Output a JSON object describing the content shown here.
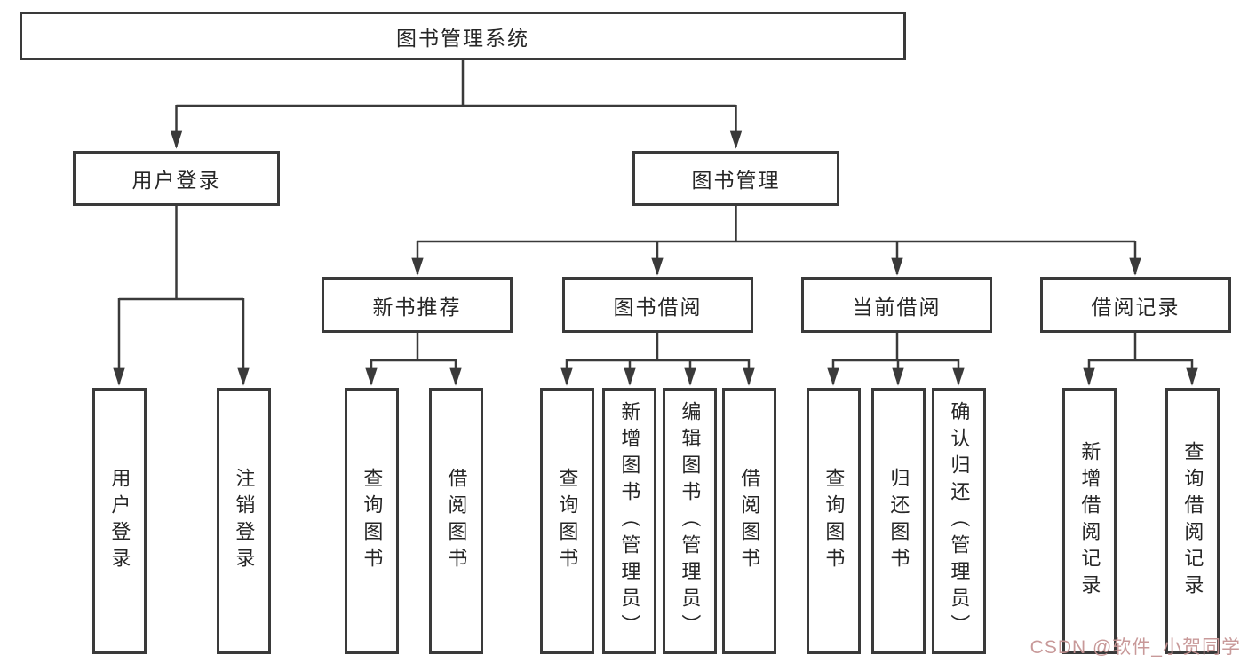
{
  "diagram_type": "functional-structure-tree",
  "colors": {
    "background": "#ffffff",
    "line": "#3a3a3a",
    "box_border": "#3a3a3a",
    "text": "#262626",
    "watermark": "#c59494"
  },
  "tree": {
    "root": {
      "label": "图书管理系统"
    },
    "branches": [
      {
        "label": "用户登录",
        "children": [
          {
            "label": "用户登录"
          },
          {
            "label": "注销登录"
          }
        ]
      },
      {
        "label": "图书管理",
        "children": [
          {
            "label": "新书推荐",
            "children": [
              {
                "label": "查询图书"
              },
              {
                "label": "借阅图书"
              }
            ]
          },
          {
            "label": "图书借阅",
            "children": [
              {
                "label": "查询图书"
              },
              {
                "label": "新增图书（管理员）"
              },
              {
                "label": "编辑图书（管理员）"
              },
              {
                "label": "借阅图书"
              }
            ]
          },
          {
            "label": "当前借阅",
            "children": [
              {
                "label": "查询图书"
              },
              {
                "label": "归还图书"
              },
              {
                "label": "确认归还（管理员）"
              }
            ]
          },
          {
            "label": "借阅记录",
            "children": [
              {
                "label": "新增借阅记录"
              },
              {
                "label": "查询借阅记录"
              }
            ]
          }
        ]
      }
    ]
  },
  "watermark": {
    "text": "CSDN @软件_小贺同学"
  }
}
